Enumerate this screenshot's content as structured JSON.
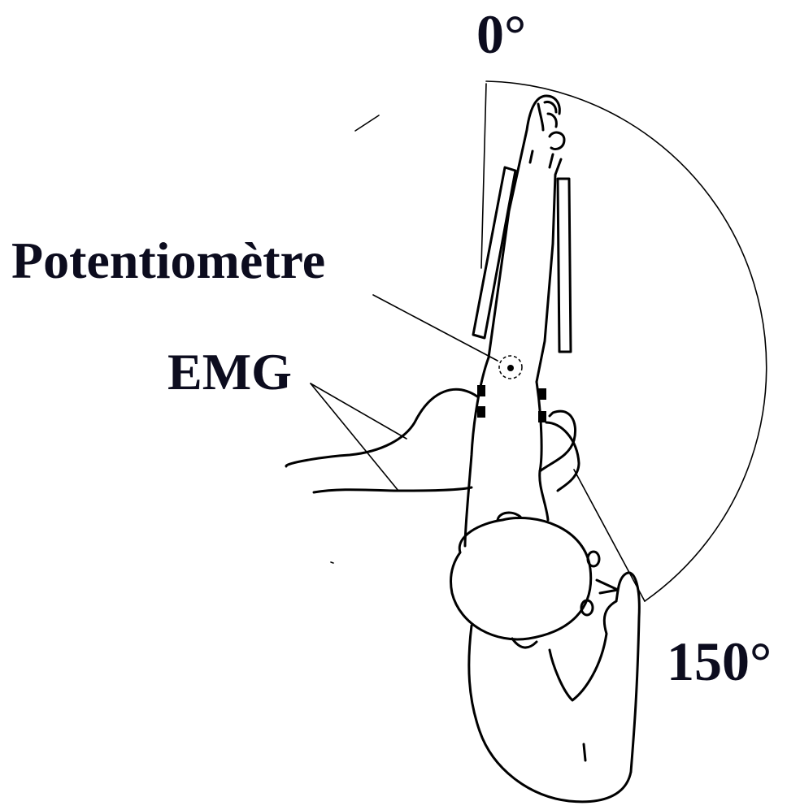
{
  "labels": {
    "angle_start": "0°",
    "angle_end": "150°",
    "potentiometer": "Potentiomètre",
    "emg": "EMG"
  },
  "range_of_motion": {
    "start_deg": 0,
    "end_deg": 150
  },
  "colors": {
    "ink": "#000000",
    "label_text": "#0c0c1e",
    "background": "#ffffff"
  }
}
